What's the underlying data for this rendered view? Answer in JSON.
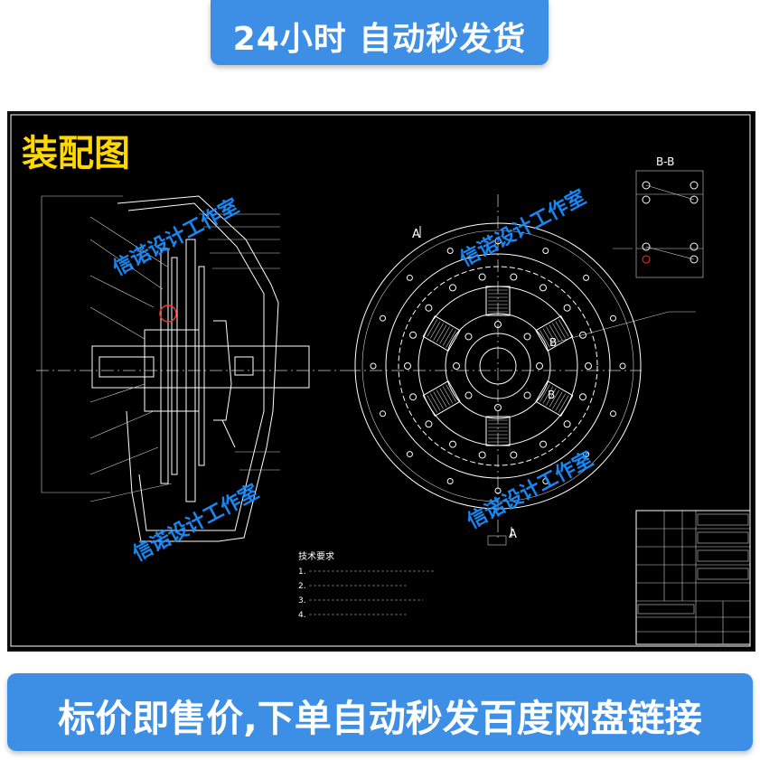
{
  "top_banner": {
    "text": "24小时 自动秒发货"
  },
  "drawing": {
    "title": "装配图",
    "watermark": "信诺设计工作室",
    "section_label": "B-B",
    "section_marks": [
      "A",
      "A",
      "B",
      "B"
    ],
    "tech_requirements": {
      "heading": "技术要求",
      "items": [
        "1.",
        "2.",
        "3.",
        "4."
      ]
    },
    "colors": {
      "background": "#000000",
      "lines": "#ffffff",
      "title": "#ffd800",
      "watermark": "#1a8fff",
      "section_mark": "#ff3030"
    }
  },
  "bottom_banner": {
    "text": "标价即售价,下单自动秒发百度网盘链接"
  }
}
